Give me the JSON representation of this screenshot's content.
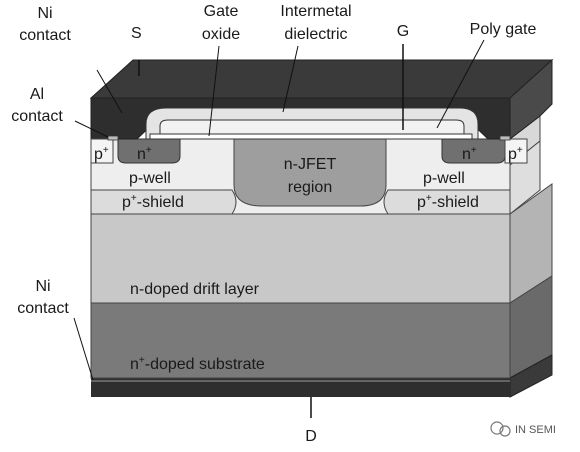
{
  "labels": {
    "ni_contact_top": [
      "Ni",
      "contact"
    ],
    "source": "S",
    "al_contact": [
      "Al",
      "contact"
    ],
    "gate_oxide": [
      "Gate",
      "oxide"
    ],
    "intermetal_dielectric": [
      "Intermetal",
      "dielectric"
    ],
    "gate": "G",
    "poly_gate": "Poly gate",
    "ni_contact_bottom": [
      "Ni",
      "contact"
    ],
    "drain": "D"
  },
  "regions": {
    "p_plus": {
      "base": "p",
      "sup": "+"
    },
    "n_plus": {
      "base": "n",
      "sup": "+"
    },
    "n_jfet": [
      "n-JFET",
      "region"
    ],
    "p_well": "p-well",
    "p_shield": {
      "base": "p",
      "sup": "+",
      "rest": "-shield"
    },
    "drift": "n-doped drift layer",
    "substrate": {
      "base": "n",
      "sup": "+",
      "rest": "-doped substrate"
    }
  },
  "watermark": "IN SEMI",
  "colors": {
    "metal_top": "#3a3a3a",
    "metal_front": "#2e2e2e",
    "dielectric": "#e4e4e4",
    "poly": "#f2f2f2",
    "pwell": "#eeeeee",
    "pshield": "#dcdcdc",
    "nplus": "#707070",
    "jfet": "#9e9e9e",
    "drift": "#c8c8c8",
    "drift_side": "#b4b4b4",
    "substrate": "#7a7a7a",
    "substrate_side": "#6a6a6a",
    "bottom_metal": "#2e2e2e"
  }
}
